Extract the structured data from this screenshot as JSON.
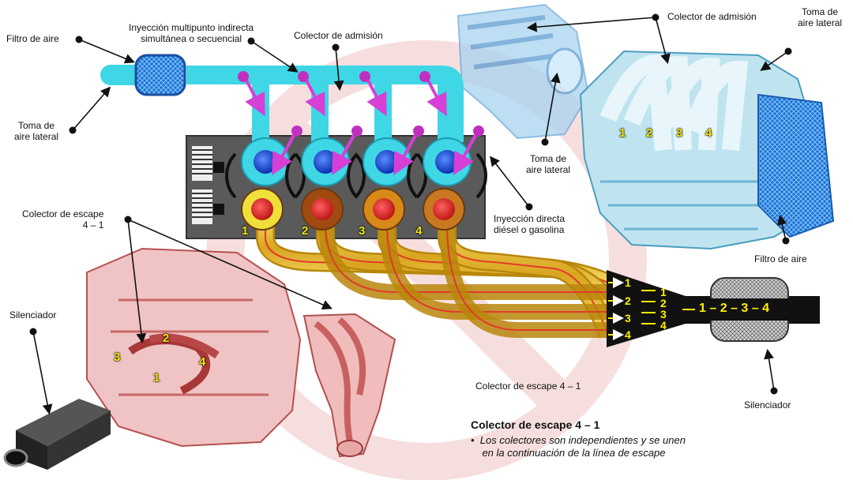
{
  "labels": {
    "filtro_left": "Filtro de aire",
    "toma_left": "Toma de\naire lateral",
    "inyeccion_multi": "Inyección multipunto indirecta\nsimultánea o secuencial",
    "colector_adm_center": "Colector de admisión",
    "colector_adm_right": "Colector de admisión",
    "toma_center": "Toma de\naire lateral",
    "toma_right": "Toma de\naire lateral",
    "inyeccion_directa": "Inyección directa\ndiésel o gasolina",
    "colector_escape_left": "Colector de escape\n4 – 1",
    "silenciador_left": "Silenciador",
    "filtro_right": "Filtro de aire",
    "colector_escape_bottom": "Colector de escape 4 – 1",
    "silenciador_right": "Silenciador"
  },
  "cylinders": [
    "1",
    "2",
    "3",
    "4"
  ],
  "right_engine_runners": [
    "1",
    "2",
    "3",
    "4"
  ],
  "left_engine_ports": [
    "1",
    "2",
    "3",
    "4"
  ],
  "merge_inputs": [
    "1",
    "2",
    "3",
    "4"
  ],
  "merge_mid": [
    "1",
    "2",
    "3",
    "4"
  ],
  "firing_order": "1 – 2 – 3 – 4",
  "caption": {
    "title": "Colector de escape 4 – 1",
    "bullet": "•  Los colectores son independientes y se unen\n    en la continuación de la línea de escape"
  },
  "colors": {
    "intake": "#3fd6e6",
    "injector": "#d64fd6",
    "exhaust_red": "#e23a2a",
    "exhaust_gold": "#e6c23a",
    "engine_red": "#c84040",
    "engine_blue": "#4fb8d8"
  }
}
